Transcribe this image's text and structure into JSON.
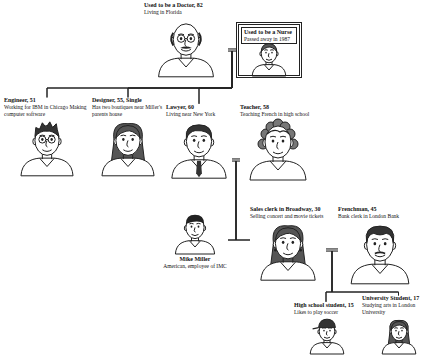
{
  "diagram": {
    "nodes": [
      {
        "text": [
          "Used to be a Doctor, 82",
          "Living in Florida"
        ]
      },
      {
        "text": [
          "Used to be a Nurse",
          "Passed away in 1987"
        ]
      },
      {
        "text": [
          "Engineer, 51",
          "Working for IBM in Chicago Making computer software"
        ]
      },
      {
        "text": [
          "Designer, 55, Single",
          "Has two boutiques near Miller's parents house"
        ]
      },
      {
        "text": [
          "Lawyer, 60",
          "Living near New York"
        ]
      },
      {
        "text": [
          "Teacher, 58",
          "Teaching French in high school"
        ]
      },
      {
        "text": [
          "Mike Miller",
          "American, employee of IMC"
        ]
      },
      {
        "text": [
          "Sales clerk in Broadway, 30",
          "Selling concert and movie tickets"
        ]
      },
      {
        "text": [
          "Frenchman, 45",
          "Bank clerk in London Bank"
        ]
      },
      {
        "text": [
          "High school student, 15",
          "Likes to play soccer"
        ]
      },
      {
        "text": [
          "University Student, 17",
          "Studying arts in London University"
        ]
      }
    ],
    "edges": [
      {
        "from": 0,
        "to": 1,
        "arrow": "none"
      },
      {
        "from": 0,
        "to": 2,
        "arrow": "none"
      },
      {
        "from": 0,
        "to": 3,
        "arrow": "none"
      },
      {
        "from": 0,
        "to": 4,
        "arrow": "none"
      },
      {
        "from": 1,
        "to": 2,
        "arrow": "none"
      },
      {
        "from": 1,
        "to": 3,
        "arrow": "none"
      },
      {
        "from": 1,
        "to": 4,
        "arrow": "none"
      },
      {
        "from": 4,
        "to": 5,
        "arrow": "none"
      },
      {
        "from": 4,
        "to": 6,
        "arrow": "none"
      },
      {
        "from": 4,
        "to": 7,
        "arrow": "none"
      },
      {
        "from": 5,
        "to": 6,
        "arrow": "none"
      },
      {
        "from": 5,
        "to": 7,
        "arrow": "none"
      },
      {
        "from": 7,
        "to": 8,
        "arrow": "none"
      },
      {
        "from": 7,
        "to": 9,
        "arrow": "none"
      },
      {
        "from": 7,
        "to": 10,
        "arrow": "none"
      },
      {
        "from": 8,
        "to": 9,
        "arrow": "none"
      },
      {
        "from": 8,
        "to": 10,
        "arrow": "none"
      }
    ]
  }
}
